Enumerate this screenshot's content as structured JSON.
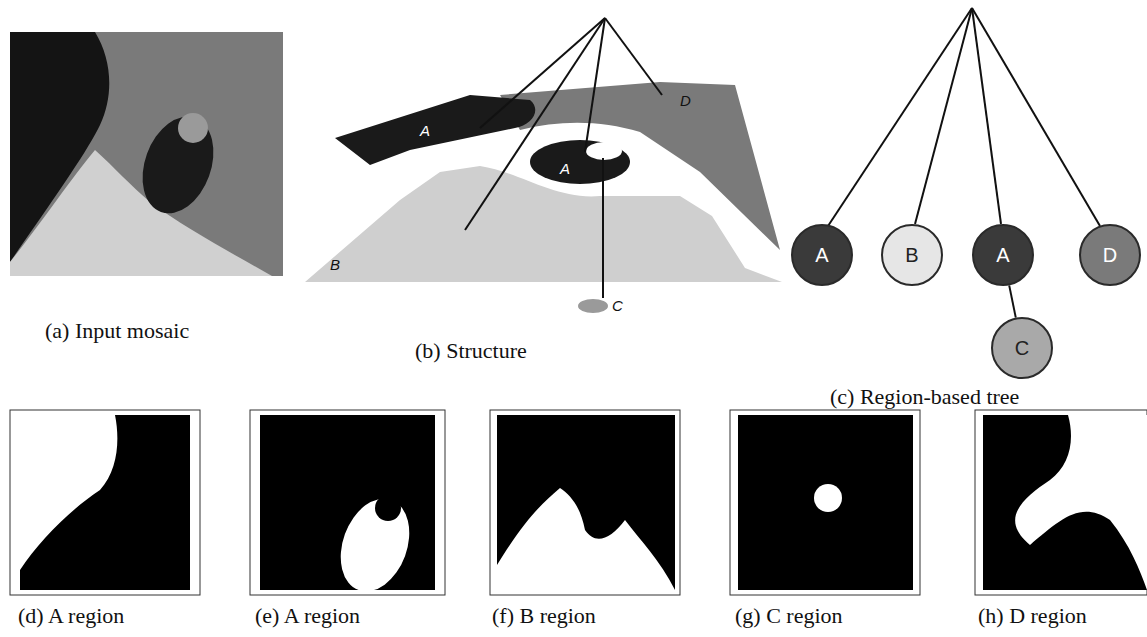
{
  "diagram": {
    "nodes": [
      {
        "text": [
          "A"
        ]
      },
      {
        "text": [
          "B"
        ]
      },
      {
        "text": [
          "A"
        ]
      },
      {
        "text": [
          "D"
        ]
      },
      {
        "text": [
          "C"
        ]
      }
    ],
    "edges": [
      {
        "from": 2,
        "to": 4,
        "arrow": "none"
      }
    ],
    "labels": [
      "(a) Input mosaic",
      "(b) Structure",
      "(c) Region-based tree",
      "A",
      "D",
      "A",
      "B",
      "C",
      "(d) A region",
      "(e) A region",
      "(f) B region",
      "(g) C region",
      "(h) D region"
    ]
  }
}
